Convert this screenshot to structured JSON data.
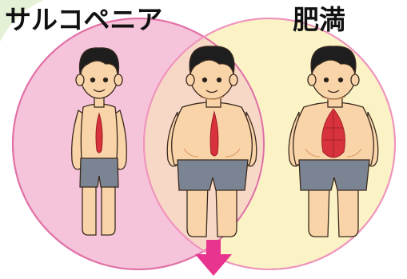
{
  "labels": {
    "left": "サルコペニア",
    "right": "肥満"
  },
  "colors": {
    "left_circle_fill": "#f6c4da",
    "left_circle_stroke": "#e070a6",
    "right_circle_fill": "#fbf3c6",
    "right_circle_stroke": "#ef93bd",
    "overlap_fill": "#f7d8c6",
    "skin": "#f9d4a9",
    "hair": "#1e1e1e",
    "shorts": "#7b8492",
    "muscle": "#d8323c",
    "arrow": "#e8348e",
    "corner_accent": "#e5f1d6"
  },
  "figures": [
    {
      "id": "thin",
      "build": "slim"
    },
    {
      "id": "overlap",
      "build": "obese"
    },
    {
      "id": "obese",
      "build": "obese-muscular"
    }
  ],
  "icons": {
    "arrow": "down-arrow-icon"
  }
}
